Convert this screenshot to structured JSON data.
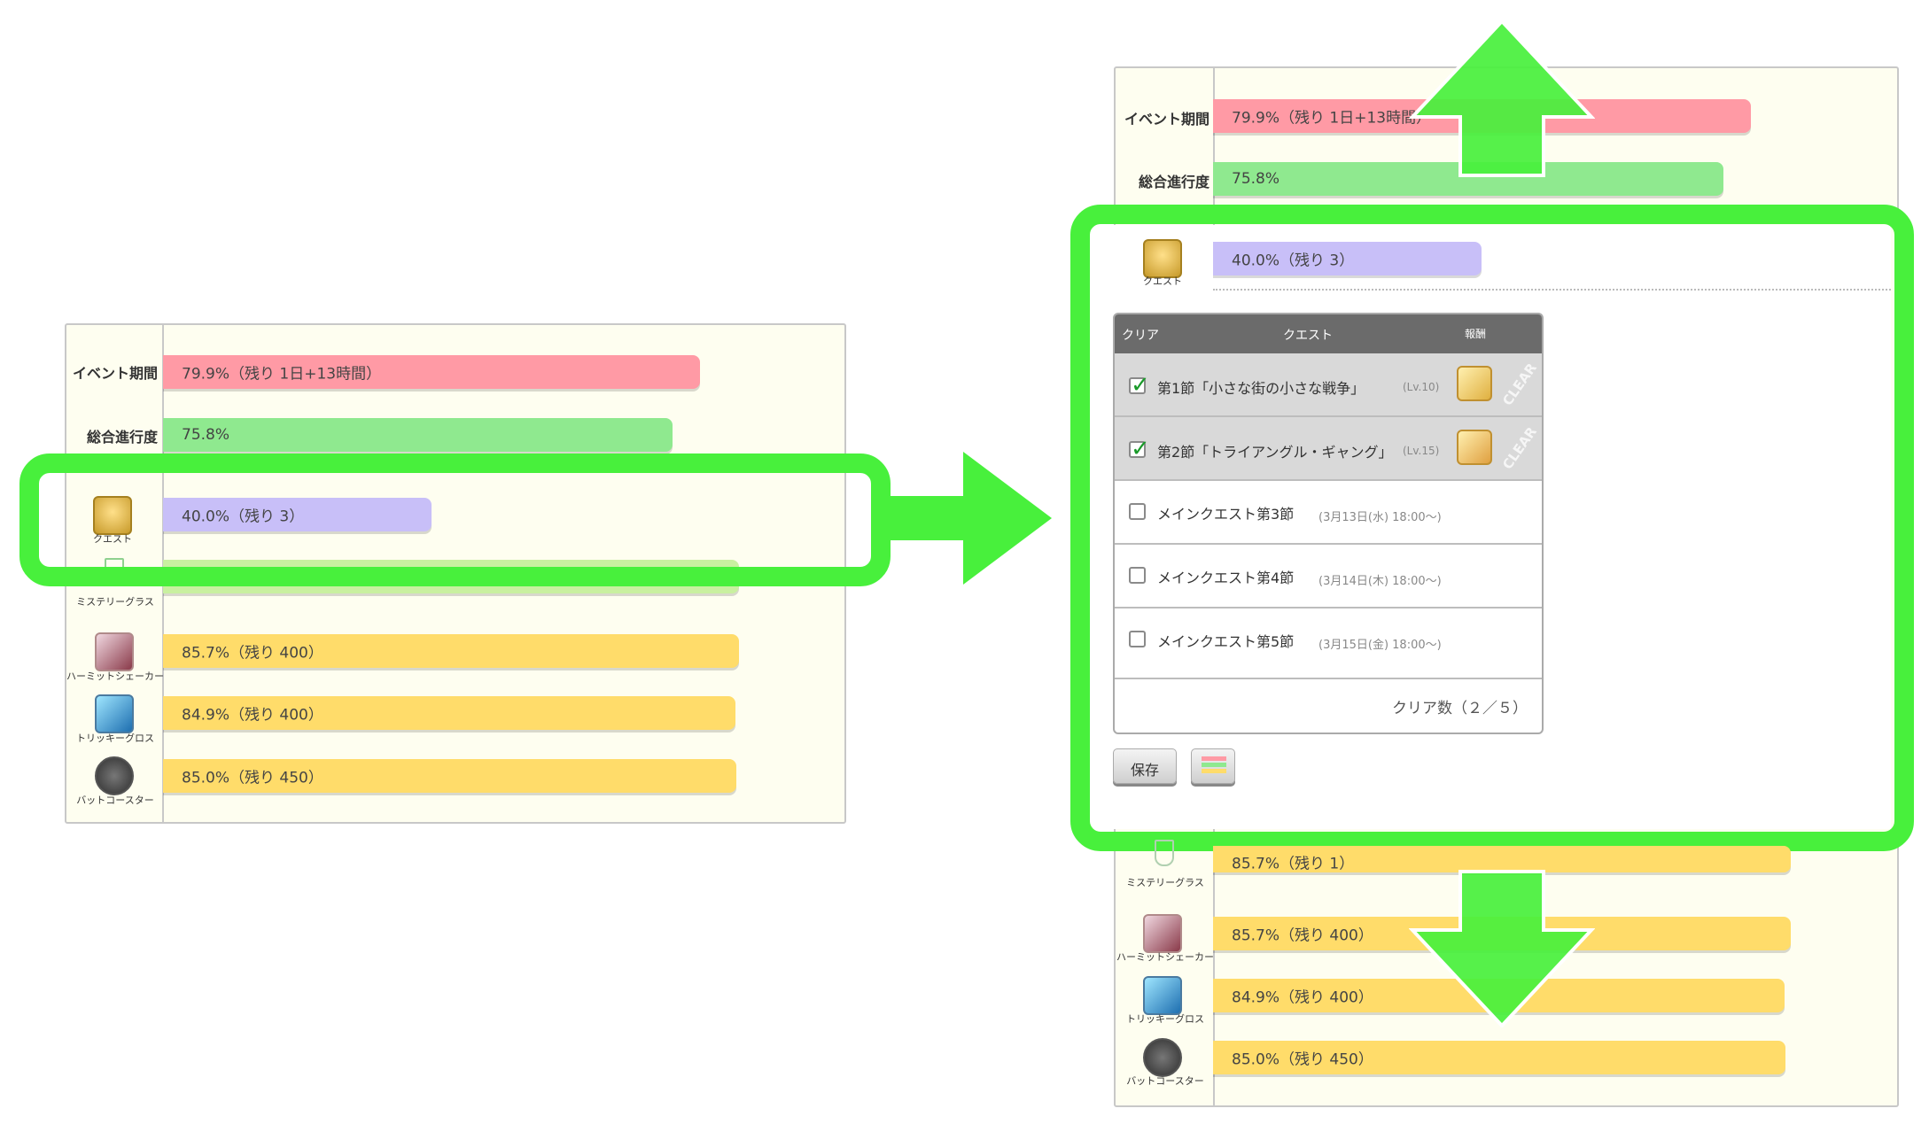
{
  "labels": {
    "event_period": "イベント期間",
    "overall_progress": "総合進行度"
  },
  "bars": {
    "event": "79.9%（残り 1日+13時間）",
    "overall": "75.8%",
    "quest": "40.0%（残り 3）",
    "mystery_glass": "85.7%（残り 1）",
    "hermit_shaker": "85.7%（残り 400）",
    "tricky_gloss": "84.9%（残り 400）",
    "bat_coaster": "85.0%（残り 450）"
  },
  "bar_fractions": {
    "event": 0.799,
    "overall": 0.758,
    "quest": 0.4,
    "mystery_glass": 0.857,
    "hermit_shaker": 0.857,
    "tricky_gloss": 0.849,
    "bat_coaster": 0.85
  },
  "items": {
    "quest": "クエスト",
    "mystery_glass": "ミステリーグラス",
    "hermit_shaker": "ハーミットシェーカー",
    "tricky_gloss": "トリッキーグロス",
    "bat_coaster": "バットコースター"
  },
  "quest_table": {
    "headers": {
      "clear": "クリア",
      "quest": "クエスト",
      "reward": "報酬"
    },
    "rows": [
      {
        "name": "第1節「小さな街の小さな戦争」",
        "sub": "(Lv.10)",
        "checked": true,
        "stamp": "CLEAR"
      },
      {
        "name": "第2節「トライアングル・ギャング」",
        "sub": "(Lv.15)",
        "checked": true,
        "stamp": "CLEAR"
      },
      {
        "name": "メインクエスト第3節",
        "sub": "(3月13日(水) 18:00〜)",
        "checked": false
      },
      {
        "name": "メインクエスト第4節",
        "sub": "(3月14日(木) 18:00〜)",
        "checked": false
      },
      {
        "name": "メインクエスト第5節",
        "sub": "(3月15日(金) 18:00〜)",
        "checked": false
      }
    ],
    "clear_count": "クリア数（２／５）"
  },
  "buttons": {
    "save": "保存"
  },
  "colors": {
    "event": "#ff9aa5",
    "overall": "#8fe98f",
    "quest": "#c8bff8",
    "items": "#ffdc6a",
    "highlight": "#48f03c"
  }
}
